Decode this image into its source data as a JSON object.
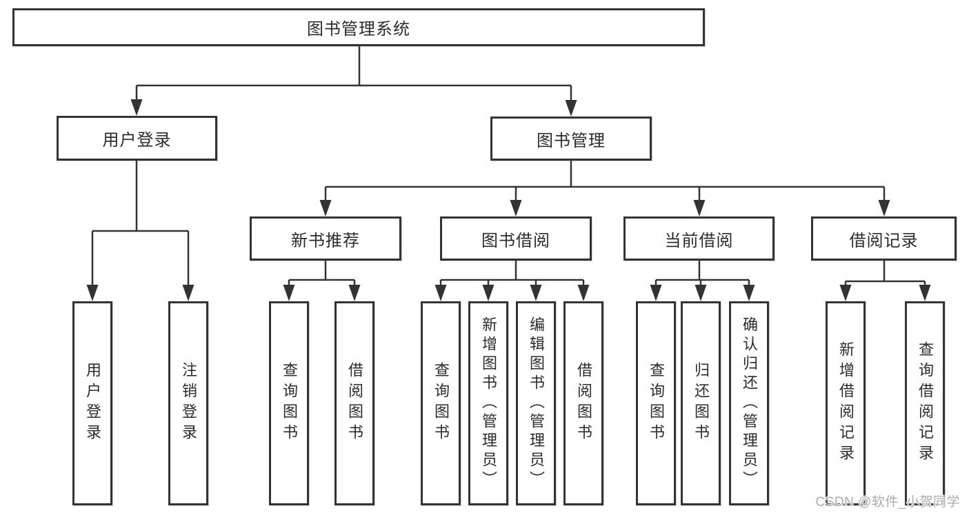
{
  "root": {
    "label": "图书管理系统"
  },
  "level2": {
    "user_login": {
      "label": "用户登录"
    },
    "book_mgmt": {
      "label": "图书管理"
    }
  },
  "level3": {
    "new_book_rec": {
      "label": "新书推荐"
    },
    "book_borrow": {
      "label": "图书借阅"
    },
    "current_borrow": {
      "label": "当前借阅"
    },
    "borrow_records": {
      "label": "借阅记录"
    }
  },
  "leaves": {
    "user_login": [
      "用户登录",
      "注销登录"
    ],
    "new_book_rec": [
      "查询图书",
      "借阅图书"
    ],
    "book_borrow": [
      "查询图书",
      "新增图书（管理员）",
      "编辑图书（管理员）",
      "借阅图书"
    ],
    "current_borrow": [
      "查询图书",
      "归还图书",
      "确认归还（管理员）"
    ],
    "borrow_records": [
      "新增借阅记录",
      "查询借阅记录"
    ]
  },
  "watermark": "CSDN @软件_小贺同学",
  "colors": {
    "line": "#333333",
    "text": "#2b2b2b",
    "watermark": "#ababad",
    "background": "#ffffff"
  }
}
